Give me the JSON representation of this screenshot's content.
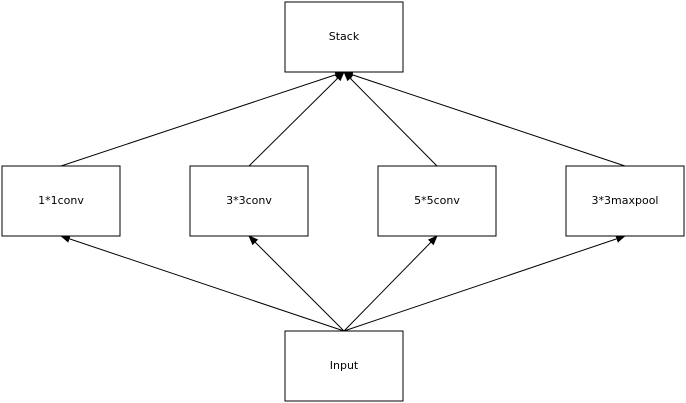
{
  "diagram": {
    "nodes": {
      "stack": "Stack",
      "conv1x1": "1*1conv",
      "conv3x3": "3*3conv",
      "conv5x5": "5*5conv",
      "maxpool3x3": "3*3maxpool",
      "input": "Input"
    },
    "edges": [
      {
        "from": "input",
        "to": "conv1x1"
      },
      {
        "from": "input",
        "to": "conv3x3"
      },
      {
        "from": "input",
        "to": "conv5x5"
      },
      {
        "from": "input",
        "to": "maxpool3x3"
      },
      {
        "from": "conv1x1",
        "to": "stack"
      },
      {
        "from": "conv3x3",
        "to": "stack"
      },
      {
        "from": "conv5x5",
        "to": "stack"
      },
      {
        "from": "maxpool3x3",
        "to": "stack"
      }
    ]
  }
}
